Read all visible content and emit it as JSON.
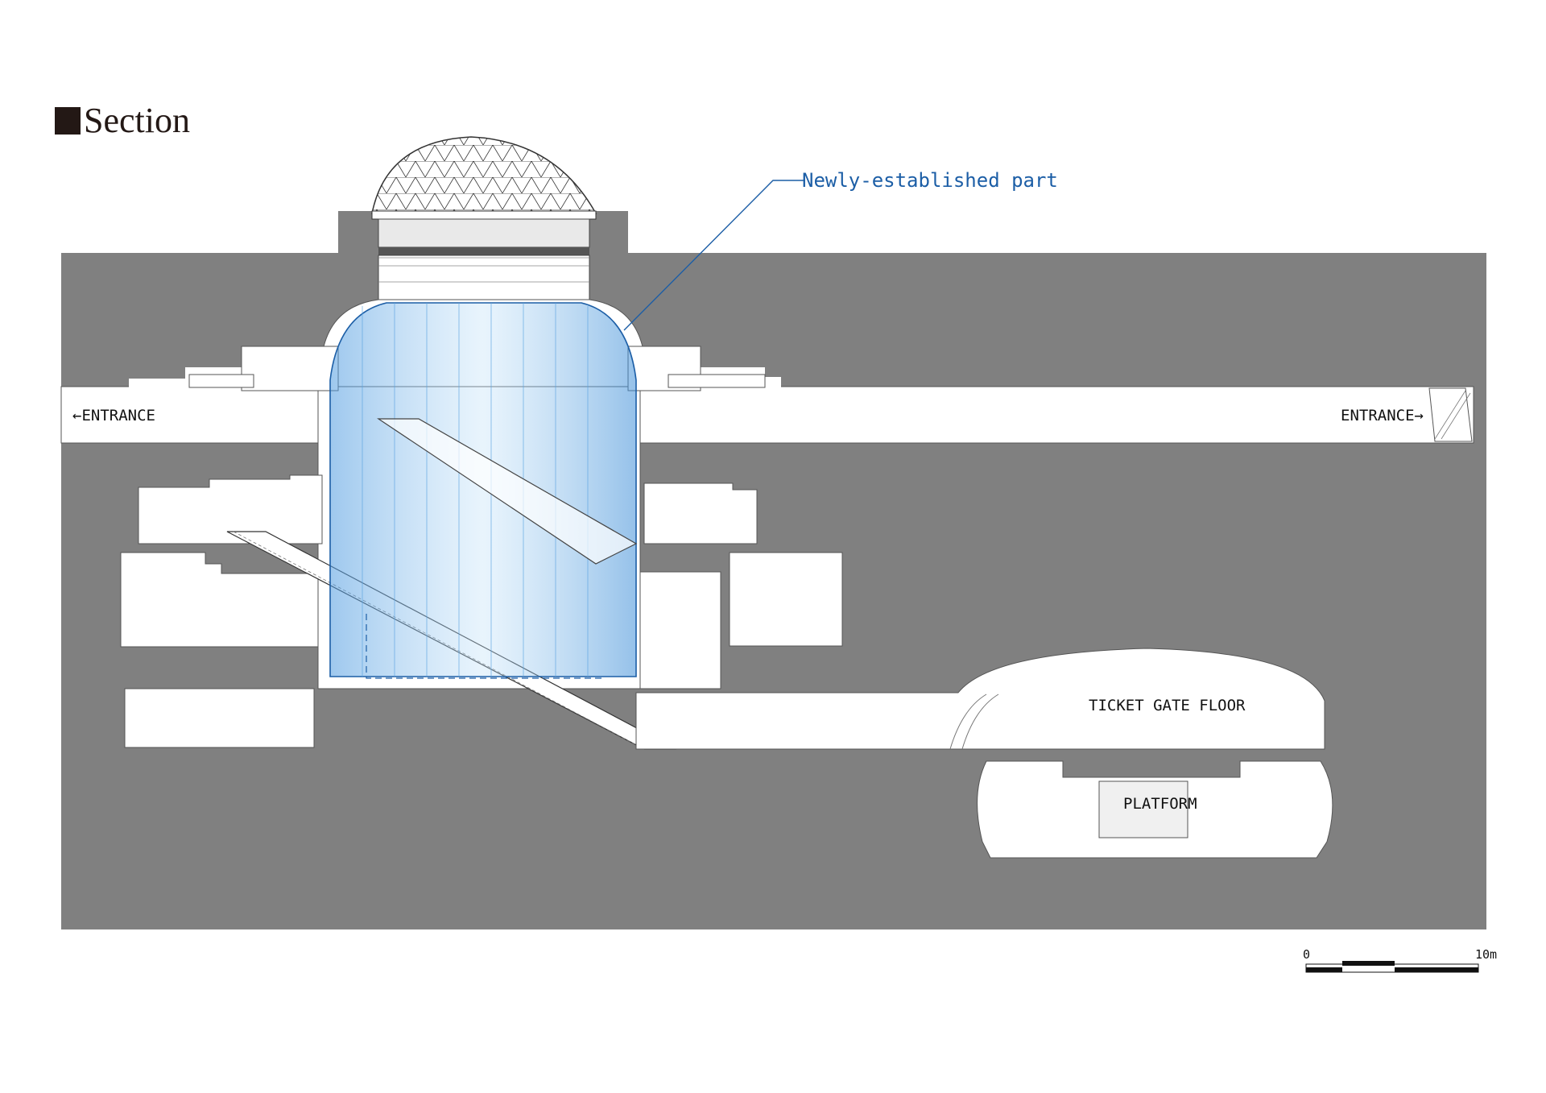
{
  "heading": {
    "title": "Section"
  },
  "labels": {
    "newly_established": "Newly-established part",
    "entrance_left": "←ENTRANCE",
    "entrance_right": "ENTRANCE→",
    "ticket_gate": "TICKET GATE FLOOR",
    "platform": "PLATFORM"
  },
  "scale_bar": {
    "start": "0",
    "end": "10m"
  },
  "colors": {
    "ground": "#808080",
    "space": "#ffffff",
    "glass": "#3f8fd8",
    "annotation": "#1c5ea6"
  }
}
